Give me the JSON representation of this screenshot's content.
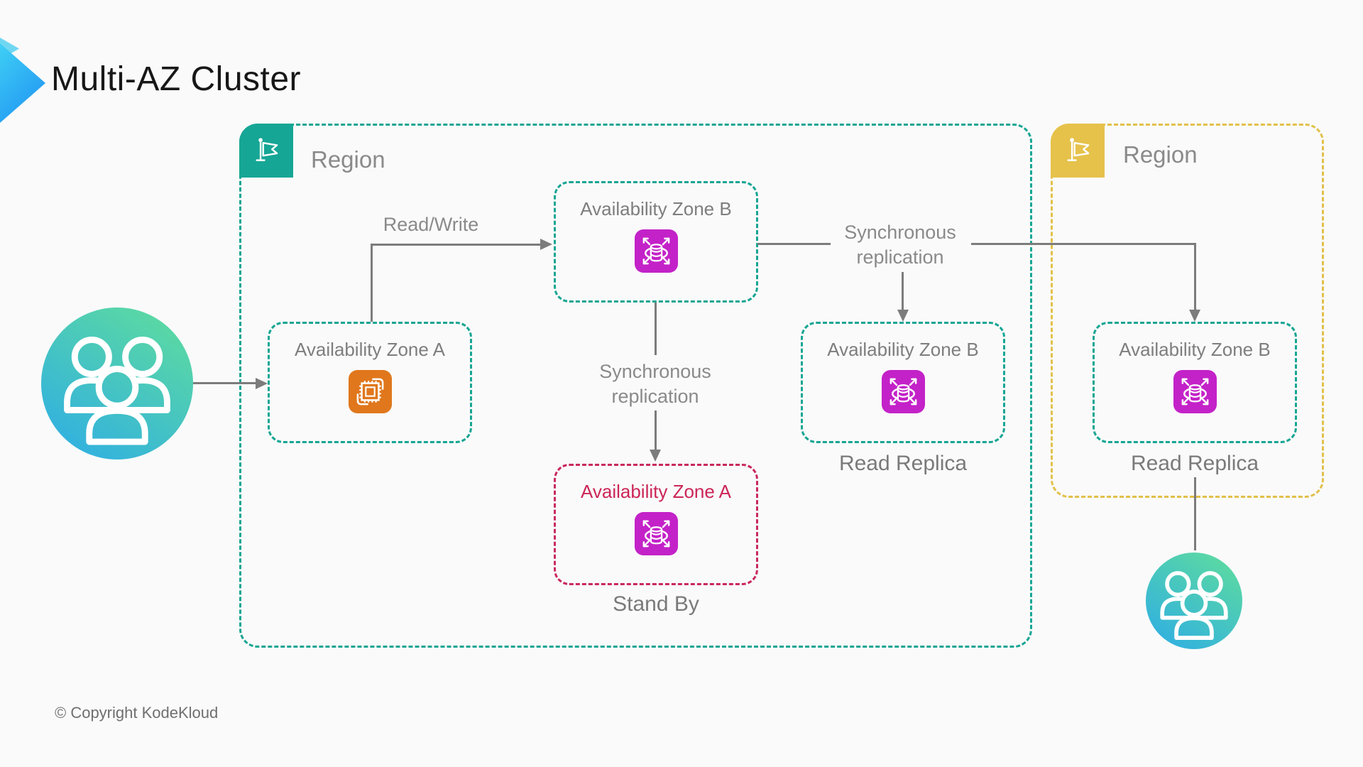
{
  "slide": {
    "title": "Multi-AZ Cluster",
    "copyright": "© Copyright KodeKloud"
  },
  "colors": {
    "background": "#fafafa",
    "teal_border": "#16a593",
    "gold_border": "#e2c04a",
    "magenta_icon": "#c322c8",
    "orange_icon": "#e0771c",
    "crimson_standby": "#c9295c",
    "gray_text": "#7e7e7e",
    "arrow_gray": "#7c7c7c",
    "users_gradient_start": "#5ad8a4",
    "users_gradient_end": "#33b2de",
    "chevron_gradient_start": "#3fd0f5",
    "chevron_gradient_end": "#1e8ef2"
  },
  "regions": {
    "primary": {
      "label": "Region"
    },
    "secondary": {
      "label": "Region"
    }
  },
  "nodes": {
    "az_a_compute": {
      "label": "Availability Zone A"
    },
    "az_b_primary": {
      "label": "Availability Zone B"
    },
    "az_a_standby": {
      "label": "Availability Zone A",
      "caption": "Stand By"
    },
    "az_b_replica_primary": {
      "label": "Availability Zone B",
      "caption": "Read Replica"
    },
    "az_b_replica_secondary": {
      "label": "Availability Zone B",
      "caption": "Read Replica"
    }
  },
  "edges": {
    "read_write": {
      "label": "Read/Write"
    },
    "sync_replication_cross": {
      "label": "Synchronous replication"
    },
    "sync_replication_standby": {
      "label": "Synchronous replication"
    }
  },
  "icons": {
    "chevron": "chevron-right-icon",
    "flag": "region-flag-icon",
    "users": "user-group-icon",
    "database": "multi-az-database-icon",
    "compute": "compute-instance-icon"
  }
}
